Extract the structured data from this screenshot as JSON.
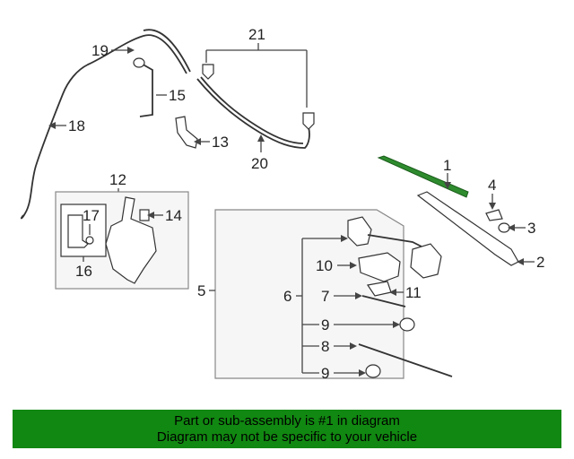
{
  "callouts": {
    "c1": "1",
    "c2": "2",
    "c3": "3",
    "c4": "4",
    "c5": "5",
    "c6": "6",
    "c7": "7",
    "c8": "8",
    "c9a": "9",
    "c9b": "9",
    "c10": "10",
    "c11": "11",
    "c12": "12",
    "c13": "13",
    "c14": "14",
    "c15": "15",
    "c16": "16",
    "c17": "17",
    "c18": "18",
    "c19": "19",
    "c20": "20",
    "c21": "21"
  },
  "footer": {
    "line1": "Part or sub-assembly is #1 in diagram",
    "line2": "Diagram may not be specific to your vehicle"
  },
  "colors": {
    "footer_bg": "#118811",
    "highlight_part": "#2e8b2e"
  }
}
